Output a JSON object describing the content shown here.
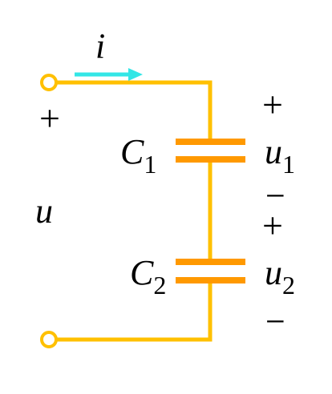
{
  "labels": {
    "current": "i",
    "source_voltage": "u",
    "plus_top": "+",
    "c1_main": "C",
    "c1_sub": "1",
    "c2_main": "C",
    "c2_sub": "2",
    "u1_main": "u",
    "u1_sub": "1",
    "u2_main": "u",
    "u2_sub": "2",
    "u1_plus": "+",
    "u1_minus": "−",
    "u2_plus": "+",
    "u2_minus": "−"
  },
  "colors": {
    "wire": "#FFC000",
    "capacitor": "#FF9900",
    "terminal": "#FFC000",
    "arrow": "#33E6E6",
    "text": "#000000"
  }
}
